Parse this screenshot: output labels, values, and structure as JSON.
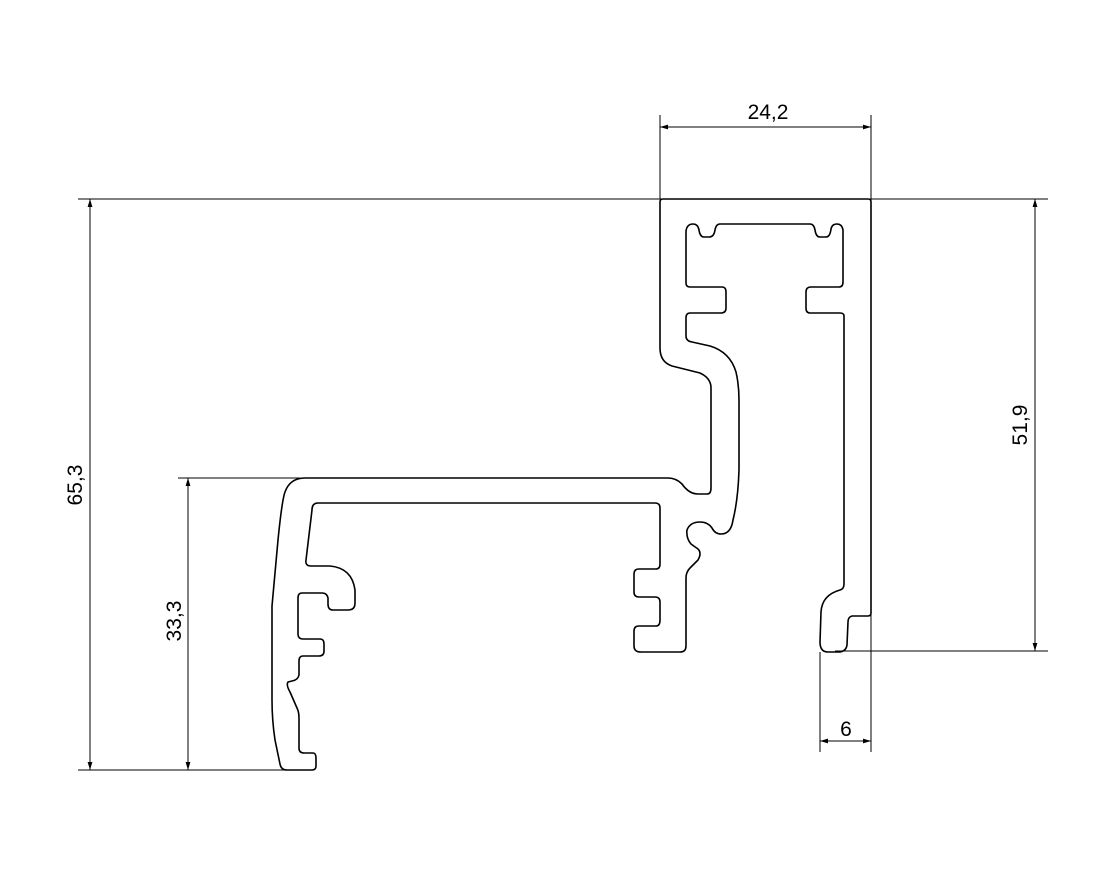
{
  "drawing": {
    "type": "aluminium profile cross-section",
    "dimensions": {
      "total_height": "65,3",
      "lower_height": "33,3",
      "top_width": "24,2",
      "right_height": "51,9",
      "hook_width": "6"
    },
    "colors": {
      "line": "#000000",
      "background": "#ffffff"
    }
  }
}
